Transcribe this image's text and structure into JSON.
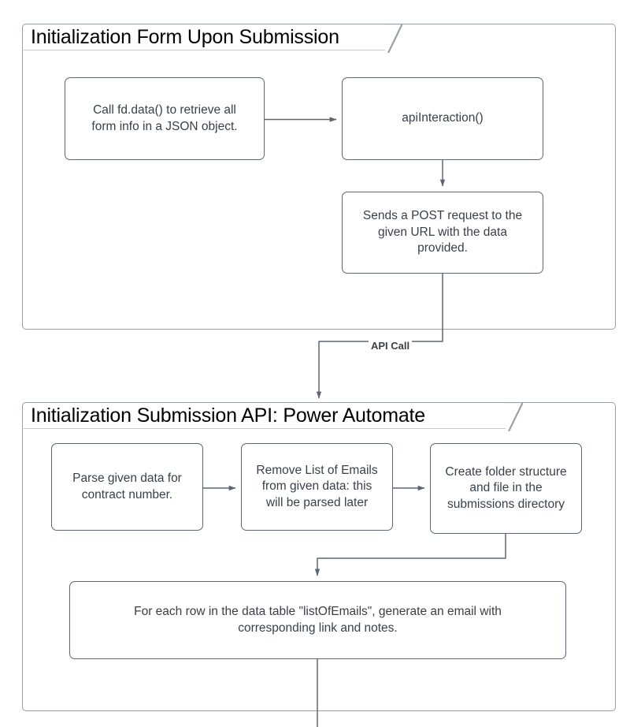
{
  "diagram": {
    "type": "flowchart",
    "title_color": "#000000",
    "node_text_color": "#3a4048",
    "edge_color": "#5f6672",
    "group_border_color": "#9aa0a6",
    "groups": [
      {
        "id": "group-form-submission",
        "label": "Initialization Form Upon Submission"
      },
      {
        "id": "group-power-automate",
        "label": "Initialization Submission API: Power Automate"
      }
    ],
    "nodes": [
      {
        "id": "node-call-fd-data",
        "lines": [
          "Call fd.data() to retrieve all",
          "form info in a JSON object."
        ]
      },
      {
        "id": "node-api-interaction",
        "lines": [
          "apiInteraction()"
        ]
      },
      {
        "id": "node-post-request",
        "lines": [
          "Sends a POST request to the",
          "given URL with the data",
          "provided."
        ]
      },
      {
        "id": "node-parse-contract",
        "lines": [
          "Parse given data for",
          "contract number."
        ]
      },
      {
        "id": "node-remove-emails",
        "lines": [
          "Remove List of Emails",
          "from given data: this",
          "will be parsed later"
        ]
      },
      {
        "id": "node-create-folder",
        "lines": [
          "Create folder structure",
          "and file in the",
          "submissions directory"
        ]
      },
      {
        "id": "node-generate-emails",
        "lines": [
          "For each row in the data table \"listOfEmails\", generate an email with",
          "corresponding link and notes."
        ]
      }
    ],
    "edges": [
      {
        "id": "edge-fd-to-api",
        "label": ""
      },
      {
        "id": "edge-api-to-post",
        "label": ""
      },
      {
        "id": "edge-post-to-automate",
        "label": "API Call"
      },
      {
        "id": "edge-parse-to-remove",
        "label": ""
      },
      {
        "id": "edge-remove-to-create",
        "label": ""
      },
      {
        "id": "edge-create-to-generate",
        "label": ""
      },
      {
        "id": "edge-generate-down",
        "label": ""
      }
    ]
  }
}
